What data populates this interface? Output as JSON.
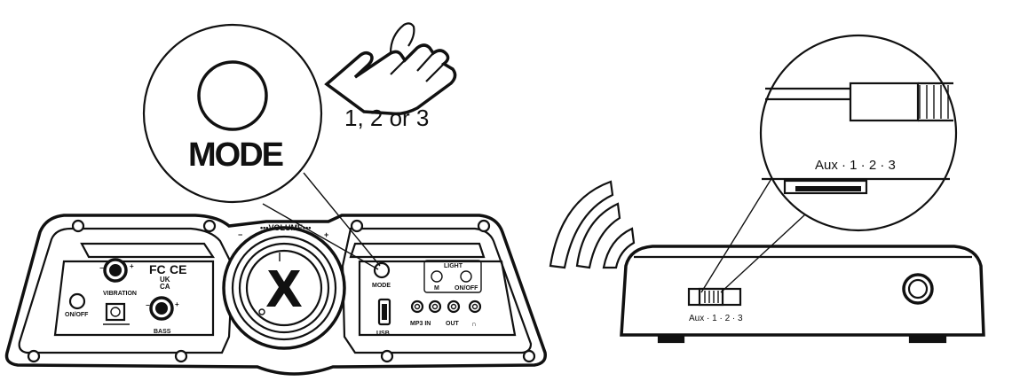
{
  "callout_left": {
    "mode_label": "MODE",
    "press_text": "1, 2 or 3"
  },
  "speaker": {
    "volume_label": "•••VOLUME•••",
    "vol_minus": "−",
    "vol_plus": "+",
    "on_off_label": "ON/OFF",
    "vibration_label": "VIBRATION",
    "bass_label": "BASS",
    "cert_fc": "FC",
    "cert_ce": "CE",
    "cert_ukca_top": "UK",
    "cert_ukca_bottom": "CA",
    "mode_label": "MODE",
    "light_label": "LIGHT",
    "light_m_label": "M",
    "light_onoff_label": "ON/OFF",
    "usb_label": "USB",
    "mp3_in_label": "MP3 IN",
    "out_label": "OUT",
    "headphone_label": "∩",
    "knob_plus": "+",
    "knob_minus": "−"
  },
  "transmitter": {
    "switch_label": "Aux · 1 · 2 · 3",
    "callout_switch_label": "Aux · 1 · 2 · 3"
  }
}
